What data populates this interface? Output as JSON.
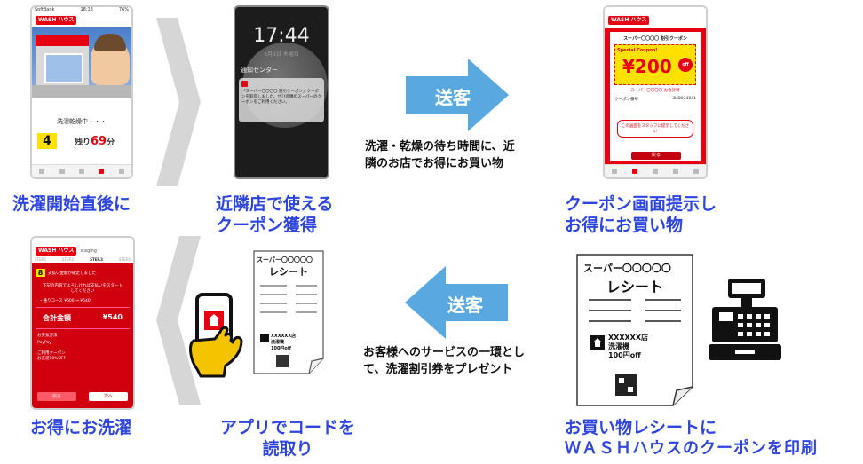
{
  "captions": {
    "step1": "洗濯開始直後に",
    "step2_line1": "近隣店で使える",
    "step2_line2": "クーポン獲得",
    "step3_line1": "クーポン画面提示し",
    "step3_line2": "お得にお買い物",
    "step4_line1": "お買い物レシートに",
    "step4_line2": "ＷＡＳＨハウスのクーポンを印刷",
    "step5_line1": "アプリでコードを",
    "step5_line2": "読取り",
    "step6": "お得にお洗濯"
  },
  "arrows": {
    "top_label": "送客",
    "top_desc_line1": "洗濯・乾燥の待ち時間に、近",
    "top_desc_line2": "隣のお店でお得にお買い物",
    "bottom_label": "送客",
    "bottom_desc_line1": "お客様へのサービスの一環とし",
    "bottom_desc_line2": "て、洗濯割引券をプレゼント"
  },
  "phone1": {
    "carrier": "SoftBank",
    "time": "18:18",
    "battery": "76%",
    "logo": "WASH ハウス",
    "status": "洗濯乾燥中・・・",
    "machine_number": "4",
    "remaining_prefix": "残り",
    "remaining_value": "69",
    "remaining_unit": "分"
  },
  "phone2": {
    "time": "17:44",
    "date": "6月9日 木曜日",
    "notification_center": "通知センター",
    "notification_text": "「スーパー〇〇〇〇 割引クーポン」クーポンを取得しました。ぜひ近隣のスーパーのクーポンをご利用ください。"
  },
  "phone3": {
    "logo": "WASH ハウス",
    "title": "スーパー〇〇〇〇 割引クーポン",
    "special": "Special Coupon！",
    "amount": "¥200",
    "off": "off",
    "note": "スーパー〇〇〇〇 お会計時",
    "coupon_label": "クーポン番号",
    "coupon_number": "3UD034041",
    "button": "この画面をスタッフに提示してください",
    "back": "戻る"
  },
  "phone6": {
    "logo": "WASH ハウス",
    "staging": "staging",
    "steps": [
      "STEP.1",
      "STEP.2",
      "STEP.3",
      "STEP.4"
    ],
    "machine_number": "8",
    "confirmed": "支払い金額が確定しました",
    "instruction": "下記の内容でよろしければ支払いをスタートしてください",
    "course_line": "・通りコース ¥600 → ¥540",
    "total_label": "合計金額",
    "total_value": "¥540",
    "pay_label": "お支払方法",
    "pay_method": "PayPay",
    "coupon_label": "ご利用クーポン",
    "coupon_value": "お洗濯10%OFF",
    "back": "戻る",
    "next": "次へ"
  },
  "receipt": {
    "store": "スーパー〇〇〇〇〇",
    "title": "レシート",
    "shop_line": "XXXXXX店",
    "machine_line": "洗濯機",
    "discount_line": "100円off"
  }
}
